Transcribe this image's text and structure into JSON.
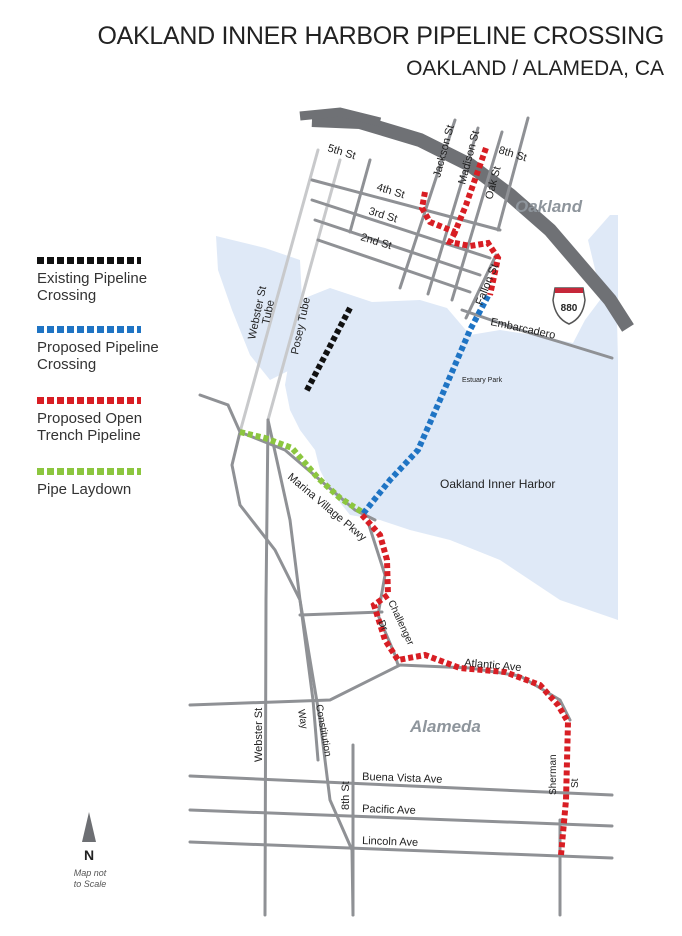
{
  "title": "OAKLAND INNER HARBOR PIPELINE CROSSING",
  "subtitle": "OAKLAND / ALAMEDA, CA",
  "legend": [
    {
      "label": "Existing Pipeline\nCrossing",
      "color": "#111111"
    },
    {
      "label": "Proposed Pipeline\nCrossing",
      "color": "#1f74c4"
    },
    {
      "label": "Proposed Open\nTrench Pipeline",
      "color": "#d81e24"
    },
    {
      "label": "Pipe Laydown",
      "color": "#8cc63f"
    }
  ],
  "areas": {
    "oakland": "Oakland",
    "alameda": "Alameda"
  },
  "water": {
    "harbor": "Oakland Inner Harbor",
    "park": "Estuary\nPark"
  },
  "highway": {
    "shield": "880"
  },
  "streets": {
    "fifth": "5th St",
    "fourth": "4th St",
    "third": "3rd St",
    "second": "2nd St",
    "jackson": "Jackson St",
    "madison": "Madison St",
    "oak": "Oak St",
    "eighth_top": "8th St",
    "fallon": "Fallon St",
    "embarcadero": "Embarcadero",
    "webster_tube": "Webster St\nTube",
    "posey_tube": "Posey Tube",
    "marina": "Marina Village Pkwy",
    "challenger": "Challenger\nDr",
    "atlantic": "Atlantic Ave",
    "webster": "Webster St",
    "constitution": "Constitution",
    "way": "Way",
    "eighth": "8th St",
    "buena_vista": "Buena Vista Ave",
    "pacific": "Pacific Ave",
    "lincoln": "Lincoln Ave",
    "sherman": "Sherman\nSt"
  },
  "north": {
    "letter": "N",
    "note": "Map not\nto Scale"
  },
  "colors": {
    "water": "#dfe9f7",
    "road": "#8f9195",
    "road_light": "#c8c9cb",
    "highway": "#6f7175"
  }
}
